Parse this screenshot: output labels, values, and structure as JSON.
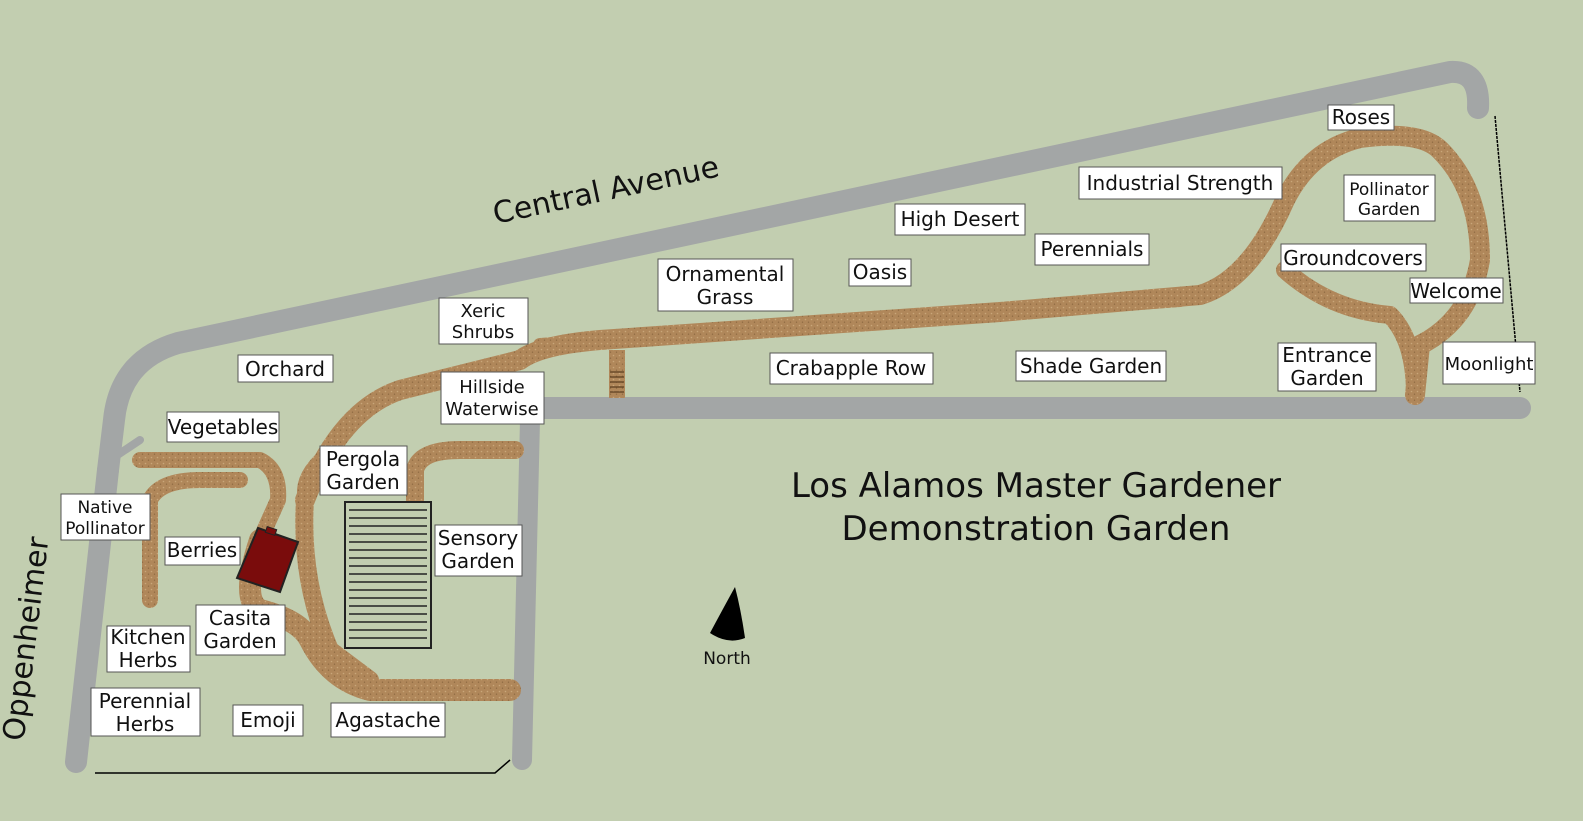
{
  "title": {
    "line1": "Los Alamos Master Gardener",
    "line2": "Demonstration Garden"
  },
  "roads": {
    "central": "Central Avenue",
    "oppenheimer": "Oppenheimer"
  },
  "compass": {
    "label": "North",
    "icon": "north-arrow-icon"
  },
  "gardens": {
    "roses": [
      "Roses"
    ],
    "industrial": [
      "Industrial Strength"
    ],
    "pollinator_garden": [
      "Pollinator",
      "Garden"
    ],
    "high_desert": [
      "High Desert"
    ],
    "perennials": [
      "Perennials"
    ],
    "groundcovers": [
      "Groundcovers"
    ],
    "welcome": [
      "Welcome"
    ],
    "ornamental_grass": [
      "Ornamental",
      "Grass"
    ],
    "oasis": [
      "Oasis"
    ],
    "xeric_shrubs": [
      "Xeric",
      "Shrubs"
    ],
    "moonlight": [
      "Moonlight"
    ],
    "entrance_garden": [
      "Entrance",
      "Garden"
    ],
    "crabapple_row": [
      "Crabapple Row"
    ],
    "shade_garden": [
      "Shade Garden"
    ],
    "orchard": [
      "Orchard"
    ],
    "hillside_waterwise": [
      "Hillside",
      "Waterwise"
    ],
    "vegetables": [
      "Vegetables"
    ],
    "pergola_garden": [
      "Pergola",
      "Garden"
    ],
    "native_pollinator": [
      "Native",
      "Pollinator"
    ],
    "sensory_garden": [
      "Sensory",
      "Garden"
    ],
    "berries": [
      "Berries"
    ],
    "casita_garden": [
      "Casita",
      "Garden"
    ],
    "kitchen_herbs": [
      "Kitchen",
      "Herbs"
    ],
    "perennial_herbs": [
      "Perennial",
      "Herbs"
    ],
    "emoji": [
      "Emoji"
    ],
    "agastache": [
      "Agastache"
    ]
  },
  "colors": {
    "background": "#c2ceb0",
    "road": "#a3a6a6",
    "path": "#b0875a",
    "casita": "#7a0c0c",
    "label_bg": "#ffffff"
  }
}
